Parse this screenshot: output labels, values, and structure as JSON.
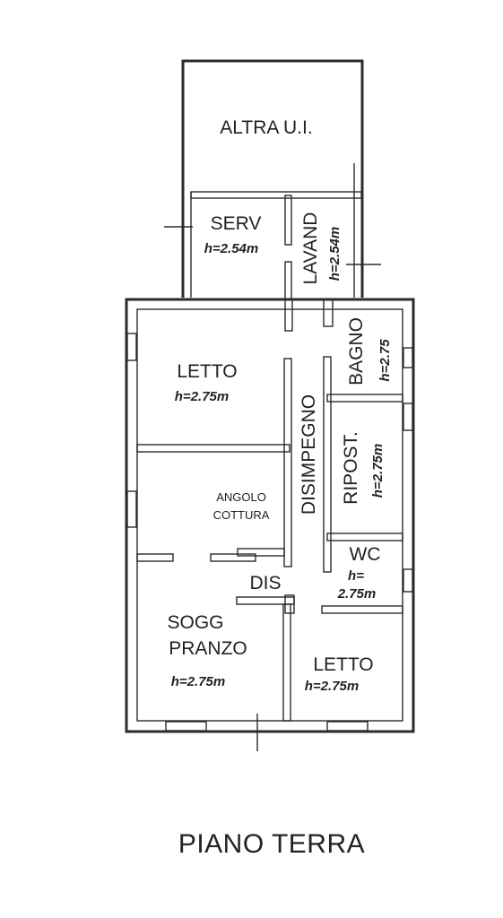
{
  "plan_title": "PIANO TERRA",
  "rooms": {
    "altra_ui": {
      "name": "ALTRA U.I."
    },
    "serv": {
      "name": "SERV",
      "height": "h=2.54m"
    },
    "lavand": {
      "name": "LAVAND",
      "height": "h=2.54m"
    },
    "letto_1": {
      "name": "LETTO",
      "height": "h=2.75m"
    },
    "bagno": {
      "name": "BAGNO",
      "height": "h=2.75"
    },
    "disimpegno": {
      "name": "DISIMPEGNO"
    },
    "ripost": {
      "name": "RIPOST.",
      "height": "h=2.75m"
    },
    "angolo_cottura": {
      "name_line1": "ANGOLO",
      "name_line2": "COTTURA"
    },
    "wc": {
      "name": "WC",
      "height_line1": "h=",
      "height_line2": "2.75m"
    },
    "dis": {
      "name": "DIS"
    },
    "sogg_pranzo": {
      "name_line1": "SOGG",
      "name_line2": "PRANZO",
      "height": "h=2.75m"
    },
    "letto_2": {
      "name": "LETTO",
      "height": "h=2.75m"
    }
  }
}
